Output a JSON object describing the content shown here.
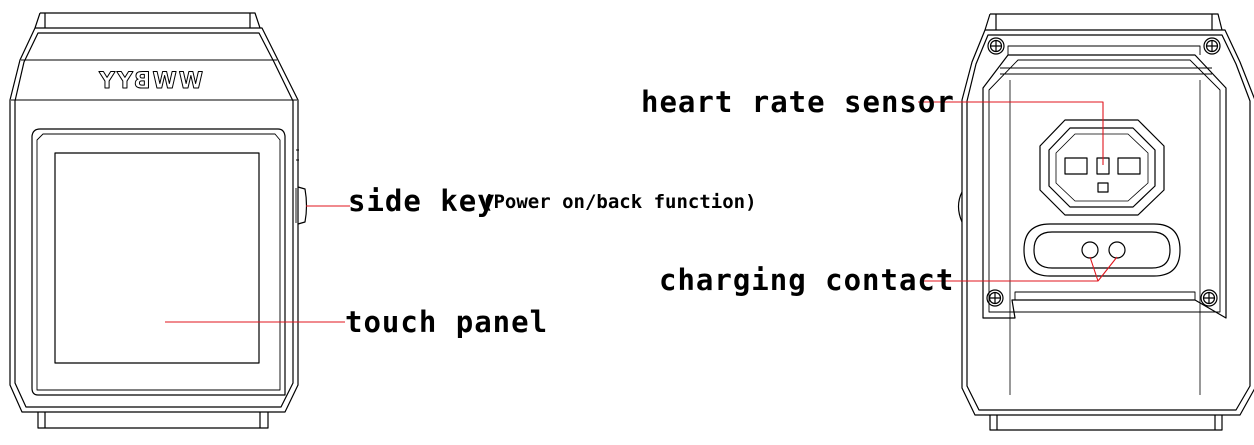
{
  "front_view": {
    "brand_logo": "WWBYY",
    "labels": {
      "side_key": "side key",
      "side_key_note": "(Power on/back function)",
      "touch_panel": "touch panel"
    }
  },
  "back_view": {
    "labels": {
      "heart_rate_sensor": "heart rate sensor",
      "charging_contact": "charging contact"
    }
  },
  "colors": {
    "outline": "#000000",
    "leader_line": "#e0161e",
    "background": "#ffffff"
  }
}
